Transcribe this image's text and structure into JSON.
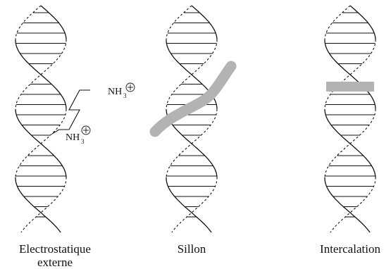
{
  "panels": [
    {
      "id": "electrostatique",
      "caption_line1": "Electrostatique",
      "caption_line2": "externe"
    },
    {
      "id": "sillon",
      "caption_line1": "Sillon",
      "caption_line2": ""
    },
    {
      "id": "intercalation",
      "caption_line1": "Intercalation",
      "caption_line2": ""
    }
  ],
  "molecule": {
    "top_group": "NH",
    "top_sub": "3",
    "top_charge": "⊕",
    "bottom_group": "NH",
    "bottom_sub": "3",
    "bottom_charge": "⊕"
  },
  "colors": {
    "ink": "#111111",
    "ligand_gray": "#b3b3b3"
  }
}
